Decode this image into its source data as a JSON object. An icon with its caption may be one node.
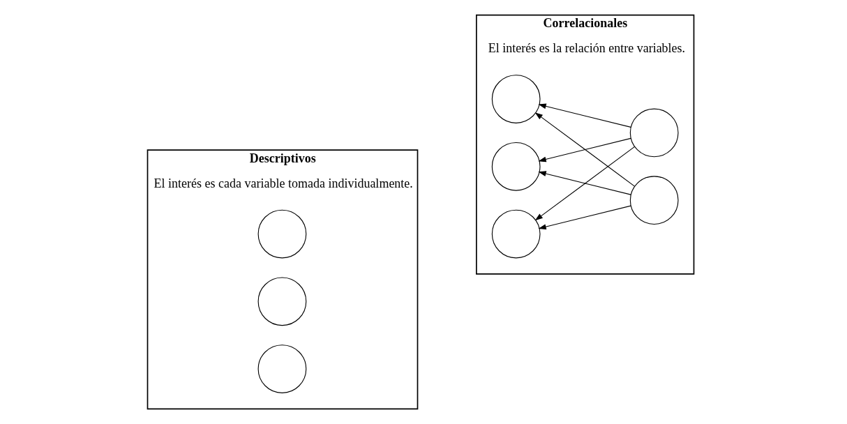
{
  "diagram": {
    "nodes": [
      {
        "text": [
          "Descriptivos",
          "El interés es cada variable tomada individualmente."
        ]
      },
      {
        "text": [],
        "shape": "circle",
        "in": 0
      },
      {
        "text": [],
        "shape": "circle",
        "in": 0
      },
      {
        "text": [],
        "shape": "circle",
        "in": 0
      },
      {
        "text": [
          "Correlacionales",
          "El interés es la relación entre variables."
        ]
      },
      {
        "text": [],
        "shape": "circle",
        "in": 4
      },
      {
        "text": [],
        "shape": "circle",
        "in": 4
      },
      {
        "text": [],
        "shape": "circle",
        "in": 4
      },
      {
        "text": [],
        "shape": "circle",
        "in": 4
      },
      {
        "text": [],
        "shape": "circle",
        "in": 4
      }
    ],
    "edges": [
      {
        "from": 8,
        "to": 5,
        "arrow": "to"
      },
      {
        "from": 8,
        "to": 6,
        "arrow": "to"
      },
      {
        "from": 8,
        "to": 7,
        "arrow": "to"
      },
      {
        "from": 9,
        "to": 5,
        "arrow": "to"
      },
      {
        "from": 9,
        "to": 6,
        "arrow": "to"
      },
      {
        "from": 9,
        "to": 7,
        "arrow": "to"
      }
    ]
  }
}
